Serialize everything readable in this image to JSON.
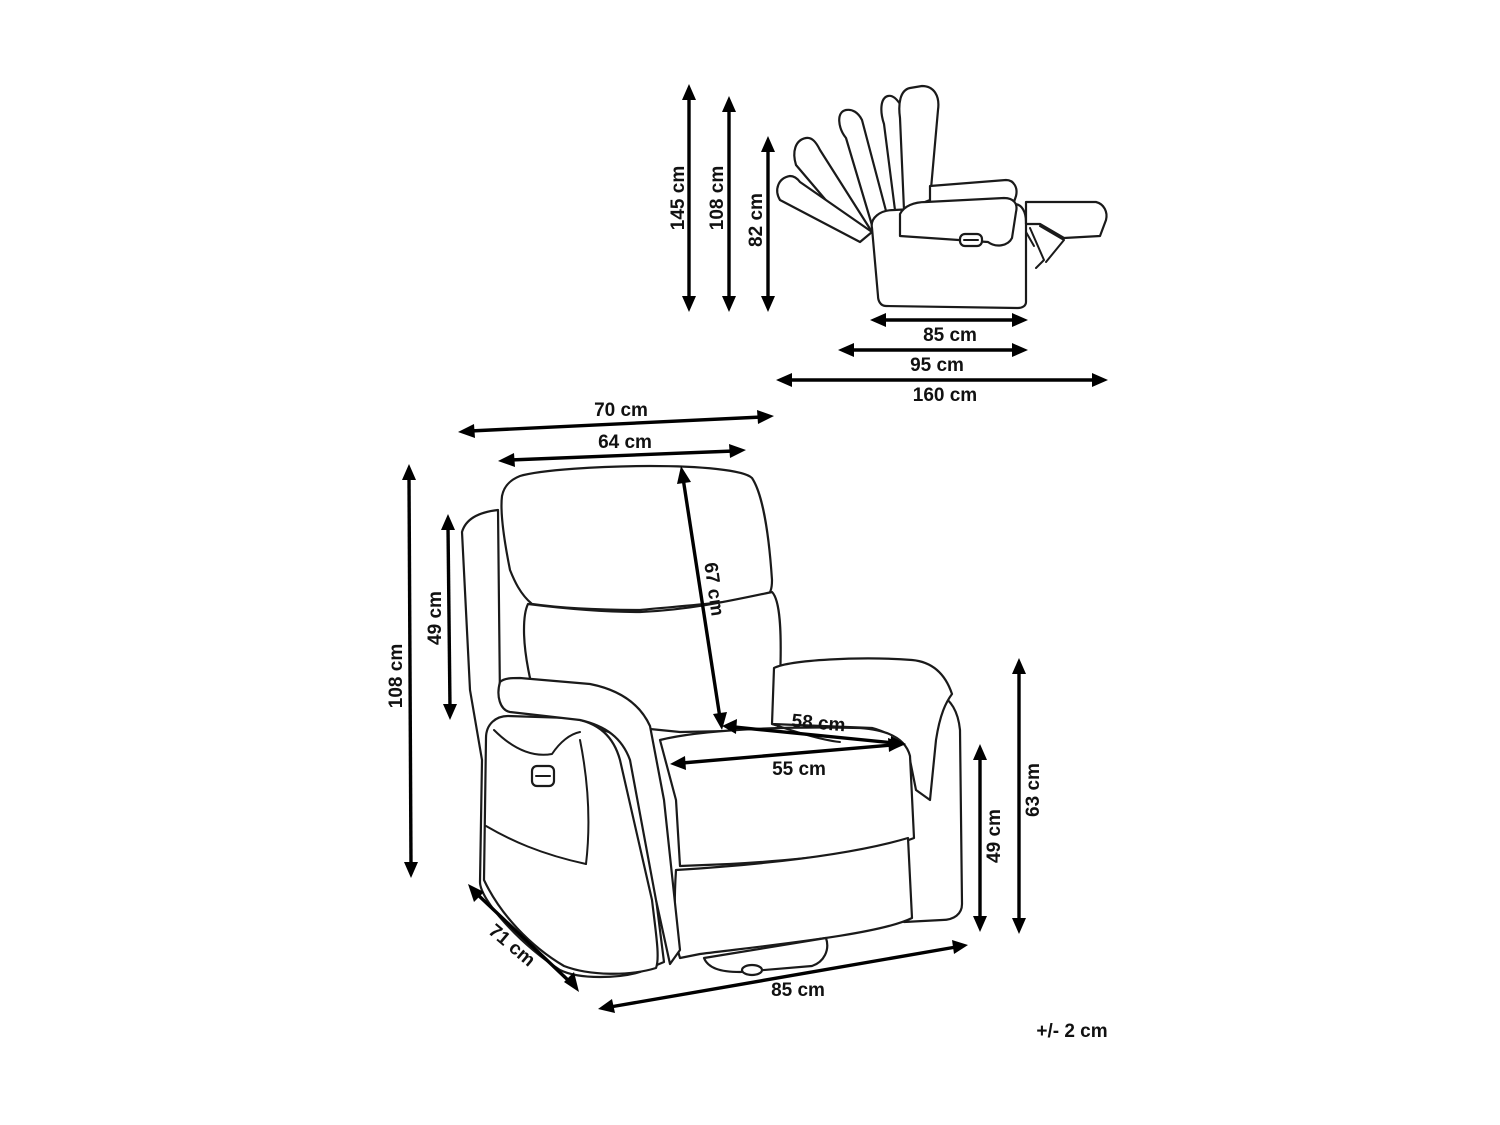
{
  "colors": {
    "line": "#1a1a1a",
    "dimension": "#000000",
    "background": "#ffffff"
  },
  "side_view": {
    "heights": {
      "overall": "145 cm",
      "seat_up": "108 cm",
      "back_reclined": "82 cm"
    },
    "depths": {
      "upright": "85 cm",
      "partial": "95 cm",
      "reclined": "160 cm"
    }
  },
  "front_view": {
    "top_width_outer": "70 cm",
    "top_width_inner": "64 cm",
    "overall_height": "108 cm",
    "armrest_back_height": "49 cm",
    "backrest_length": "67 cm",
    "seat_depth": "58 cm",
    "seat_width": "55 cm",
    "seat_height": "49 cm",
    "armrest_height": "63 cm",
    "depth": "71 cm",
    "width": "85 cm"
  },
  "tolerance": "+/- 2 cm"
}
